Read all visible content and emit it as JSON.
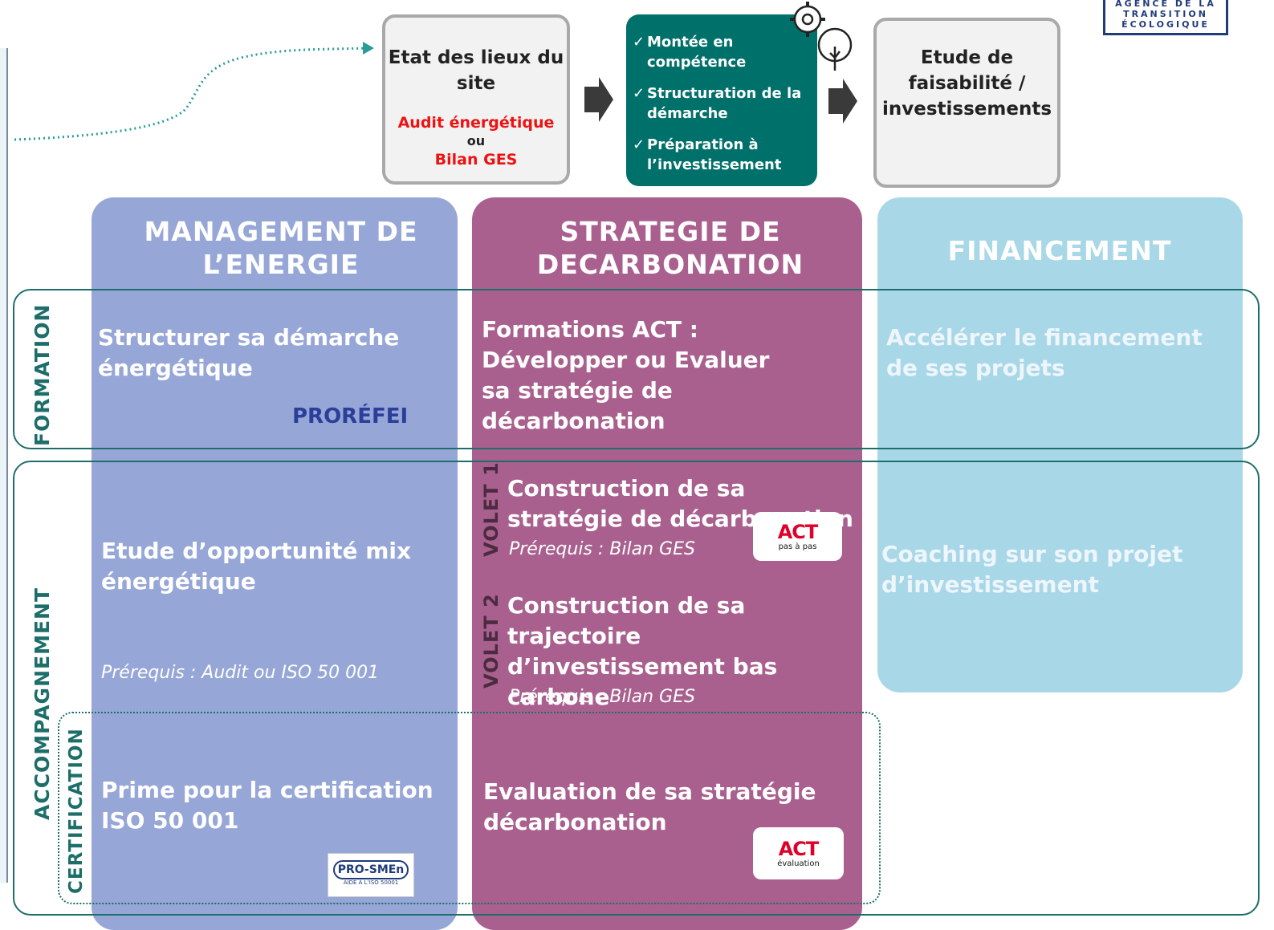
{
  "logo": {
    "line1": "AGENCE DE LA",
    "line2": "TRANSITION",
    "line3": "ÉCOLOGIQUE"
  },
  "process": {
    "step1": {
      "title": "Etat des lieux du site",
      "option_a": "Audit énergétique",
      "or": "ou",
      "option_b": "Bilan GES"
    },
    "step2": {
      "items": [
        "Montée en compétence",
        "Structuration de la démarche",
        "Préparation à l’investissement"
      ],
      "check": "✓"
    },
    "step3": {
      "title": "Etude de faisabilité / investissements"
    }
  },
  "columns": [
    {
      "title": "MANAGEMENT DE L’ENERGIE",
      "color": "#96a6d6"
    },
    {
      "title": "STRATEGIE DE DECARBONATION",
      "color": "#a9608e"
    },
    {
      "title": "FINANCEMENT",
      "color": "#a8d8e8"
    }
  ],
  "rows": {
    "formation": "FORMATION",
    "accompagnement": "ACCOMPAGNEMENT",
    "certification": "CERTIFICATION"
  },
  "cells": {
    "formation_management": "Structurer sa démarche énergétique",
    "formation_strategie": "Formations ACT : Développer ou Evaluer sa stratégie de décarbonation",
    "formation_financement": "Accélérer le financement de ses projets",
    "accomp_management": "Etude d’opportunité mix énergétique",
    "accomp_management_prereq": "Prérequis : Audit ou ISO 50 001",
    "volet1_label": "VOLET 1",
    "volet1_title": "Construction de sa stratégie de décarbonation",
    "volet1_prereq": "Prérequis : Bilan GES",
    "volet2_label": "VOLET 2",
    "volet2_title": "Construction de sa trajectoire d’investissement bas carbone",
    "volet2_prereq": "Prérequis : Bilan GES",
    "accomp_financement": "Coaching sur son projet d’investissement",
    "cert_management": "Prime pour la certification ISO 50 001",
    "cert_strategie": "Evaluation de sa stratégie décarbonation"
  },
  "badges": {
    "prorefei_a": "PRORÉFEI",
    "act_pas": {
      "act": "ACT",
      "sub": "pas à pas"
    },
    "act_eval": {
      "act": "ACT",
      "sub": "évaluation"
    },
    "prosmen": {
      "name": "PRO-SMEn",
      "sub": "AIDE À L’ISO 50001"
    }
  }
}
